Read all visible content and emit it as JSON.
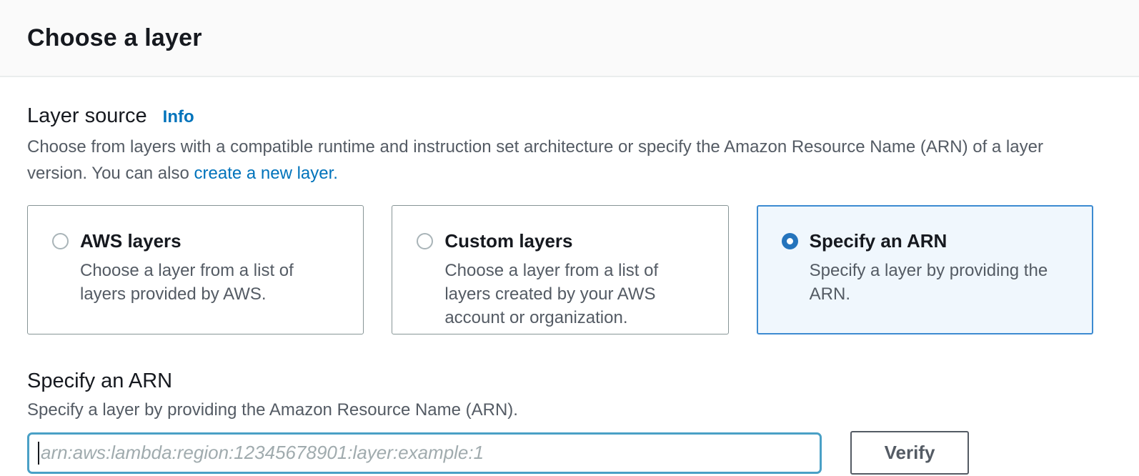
{
  "page": {
    "title": "Choose a layer"
  },
  "layer_source": {
    "label": "Layer source",
    "info_link": "Info",
    "description_text": "Choose from layers with a compatible runtime and instruction set architecture or specify the Amazon Resource Name (ARN) of a layer version. You can also ",
    "create_link": "create a new layer.",
    "options": [
      {
        "title": "AWS layers",
        "description": "Choose a layer from a list of layers provided by AWS.",
        "selected": false
      },
      {
        "title": "Custom layers",
        "description": "Choose a layer from a list of layers created by your AWS account or organization.",
        "selected": false
      },
      {
        "title": "Specify an ARN",
        "description": "Specify a layer by providing the ARN.",
        "selected": true
      }
    ]
  },
  "arn_section": {
    "label": "Specify an ARN",
    "description": "Specify a layer by providing the Amazon Resource Name (ARN).",
    "input_value": "",
    "input_placeholder": "arn:aws:lambda:region:12345678901:layer:example:1",
    "verify_button_label": "Verify"
  },
  "colors": {
    "link_blue": "#0073bb",
    "selected_tile_border": "#3d8bd1",
    "selected_tile_background": "#f0f7fd",
    "radio_checked": "#2574bc",
    "input_focus_border": "#4aa0c6",
    "text_dark": "#16191f",
    "text_gray": "#545b64",
    "header_band_background": "#fafafa",
    "divider": "#eaeded"
  }
}
